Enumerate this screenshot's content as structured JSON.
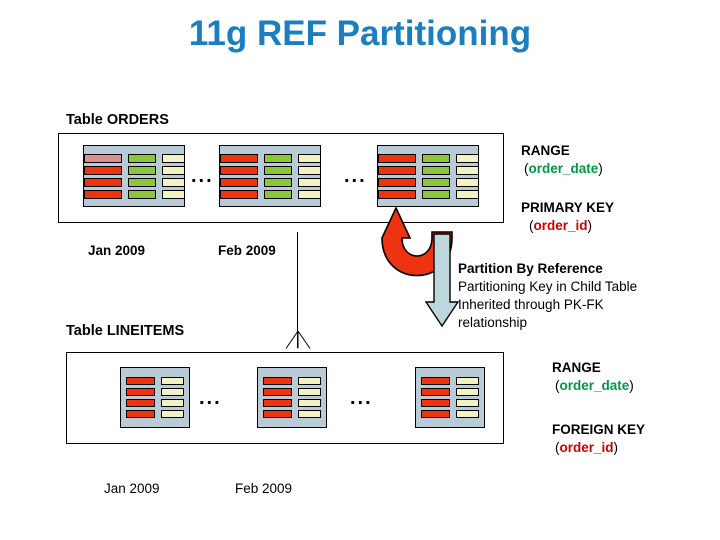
{
  "slide": {
    "title": "11g REF Partitioning",
    "title_color": "#1a7fc1",
    "background": "#ffffff"
  },
  "orders": {
    "caption": "Table ORDERS",
    "ellipsis": "...",
    "partitions": [
      {
        "label": "Jan 2009"
      },
      {
        "label": "Feb 2009"
      },
      {
        "label": ""
      }
    ],
    "months": [
      {
        "label": "Jan 2009"
      },
      {
        "label": "Feb 2009"
      }
    ],
    "annotations": {
      "range_keyword": "RANGE",
      "range_column": "order_date",
      "key_keyword": "PRIMARY KEY",
      "key_column": "order_id",
      "open_paren": "(",
      "close_paren": ")"
    }
  },
  "lineitems": {
    "caption": "Table LINEITEMS",
    "ellipsis": "...",
    "months": [
      {
        "label": "Jan 2009"
      },
      {
        "label": "Feb 2009"
      }
    ],
    "annotations": {
      "range_keyword": "RANGE",
      "range_column": "order_date",
      "key_keyword": "FOREIGN KEY",
      "key_column": "order_id",
      "open_paren": "(",
      "close_paren": ")"
    }
  },
  "reference_note": {
    "heading": "Partition By Reference",
    "line1": "Partitioning Key in Child Table",
    "line2": "Inherited through PK-FK",
    "line3": "relationship"
  },
  "colors": {
    "title_blue": "#1a7fc1",
    "partition_fill": "#b8cbd6",
    "bar_red": "#ee3310",
    "bar_red_light": "#d99090",
    "bar_green": "#8cc63e",
    "bar_cream": "#f2f2c2",
    "arrow_up_red": "#ee3310",
    "arrow_down_blue": "#bcd8dd",
    "column_green": "#009944",
    "column_red": "#cc0000"
  }
}
